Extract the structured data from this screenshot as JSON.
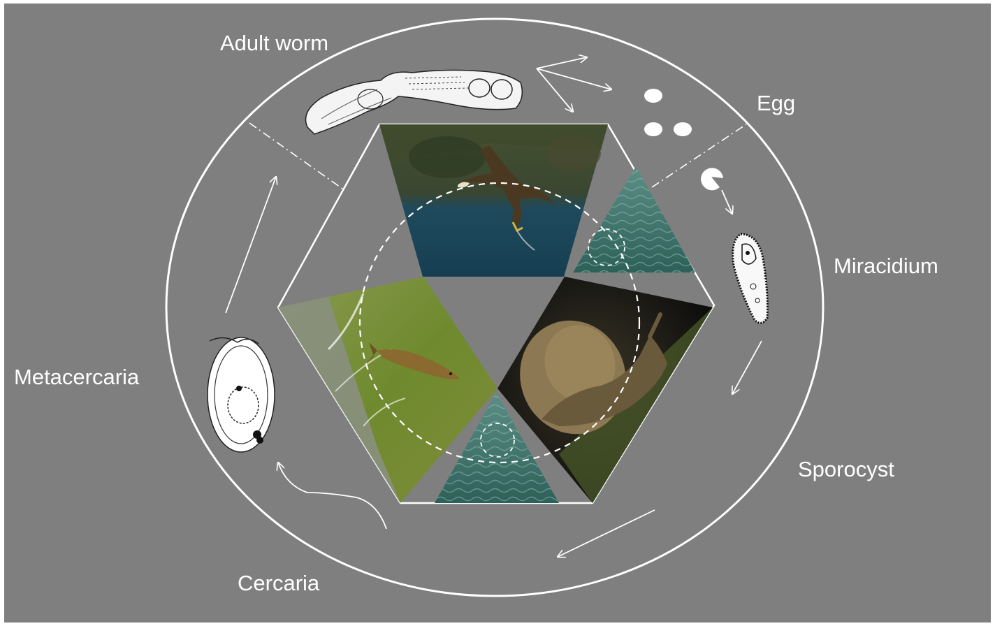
{
  "diagram": {
    "background_color": "#7f7f7f",
    "line_color": "#ffffff",
    "stages": [
      {
        "id": "adult-worm",
        "label": "Adult worm"
      },
      {
        "id": "egg",
        "label": "Egg"
      },
      {
        "id": "miracidium",
        "label": "Miracidium"
      },
      {
        "id": "sporocyst",
        "label": "Sporocyst"
      },
      {
        "id": "cercaria",
        "label": "Cercaria"
      },
      {
        "id": "metacercaria",
        "label": "Metacercaria"
      }
    ],
    "photos": [
      {
        "id": "eagle-photo",
        "subject": "white-tailed eagle catching fish over water"
      },
      {
        "id": "snail-photo",
        "subject": "freshwater snail on mossy rock"
      },
      {
        "id": "fish-photo",
        "subject": "trout leaping from stream"
      },
      {
        "id": "water-photo-top",
        "subject": "water surface"
      },
      {
        "id": "water-photo-bottom",
        "subject": "water surface"
      }
    ],
    "colors": {
      "eagle_sky": "#3f5a3a",
      "eagle_water": "#1c4a5e",
      "snail_bg": "#1a1a1a",
      "snail_shell": "#8b7a55",
      "fish_grass": "#7a8a3a",
      "water": "#2f6a5e"
    }
  }
}
